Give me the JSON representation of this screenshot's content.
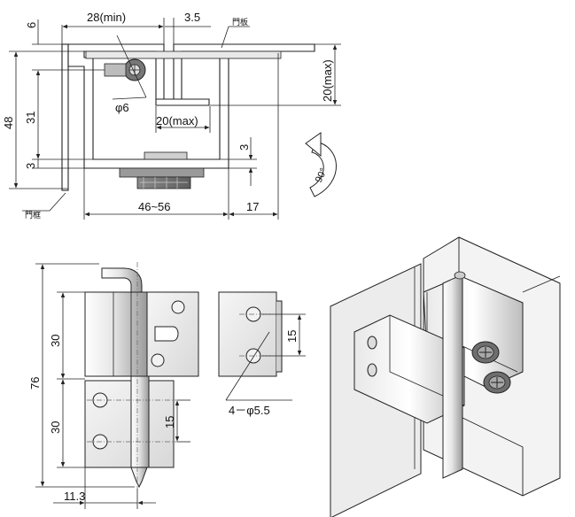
{
  "top_view": {
    "dim_top_min": "28(min)",
    "dim_gap": "3.5",
    "dim_left_top": "6",
    "label_door_plate": "門板",
    "dim_max_right": "20(max)",
    "dim_diameter": "φ6",
    "dim_overlap_max": "20(max)",
    "dim_height_total": "48",
    "dim_height_mid": "31",
    "dim_height_small": "3",
    "dim_right_small": "3",
    "dim_width": "46~56",
    "dim_right_offset": "17",
    "label_frame": "門框",
    "rotation": "90°"
  },
  "front_view": {
    "dim_total_height": "76",
    "dim_upper": "30",
    "dim_lower": "30",
    "dim_hole_pitch_right": "15",
    "dim_hole_pitch_left": "15",
    "dim_holes": "4－φ5.5",
    "dim_offset": "11.3"
  },
  "colors": {
    "line": "#222222",
    "metal_light": "#f2f2f2",
    "metal_dark": "#7a7a7a"
  }
}
